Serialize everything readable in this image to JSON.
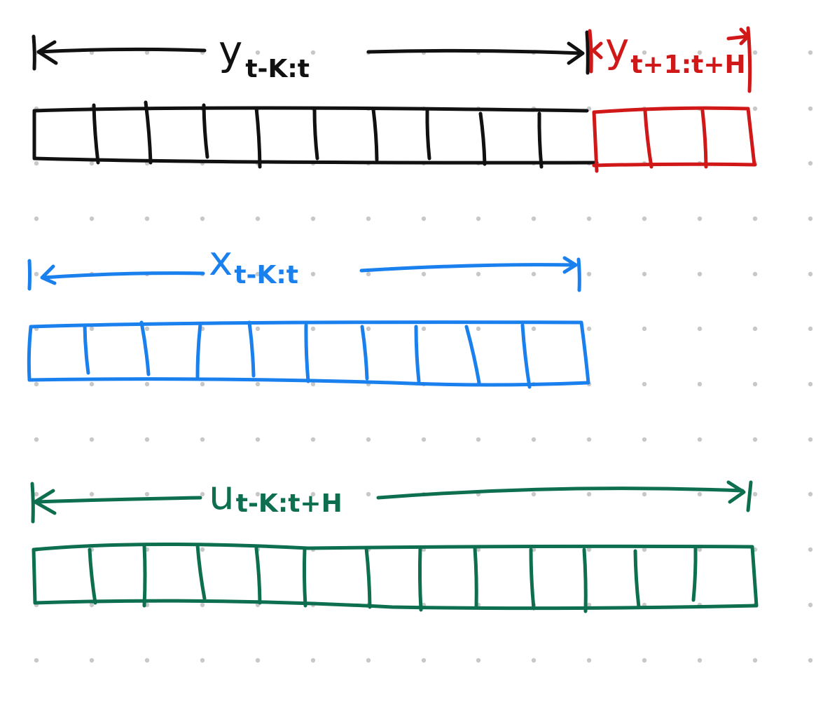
{
  "colors": {
    "target_past": "#111111",
    "target_future": "#d01818",
    "covariates": "#1a80ee",
    "controls": "#0e6f50",
    "grid_dot": "#c8c8c8"
  },
  "target_past": {
    "symbol": "y",
    "subscript": "t-K:t",
    "cell_count": 10
  },
  "target_future": {
    "symbol": "y",
    "subscript": "t+1:t+H",
    "cell_count": 3
  },
  "covariates": {
    "symbol": "x",
    "subscript": "t-K:t",
    "cell_count": 10
  },
  "controls": {
    "symbol": "u",
    "subscript": "t-K:t+H",
    "cell_count": 13
  }
}
